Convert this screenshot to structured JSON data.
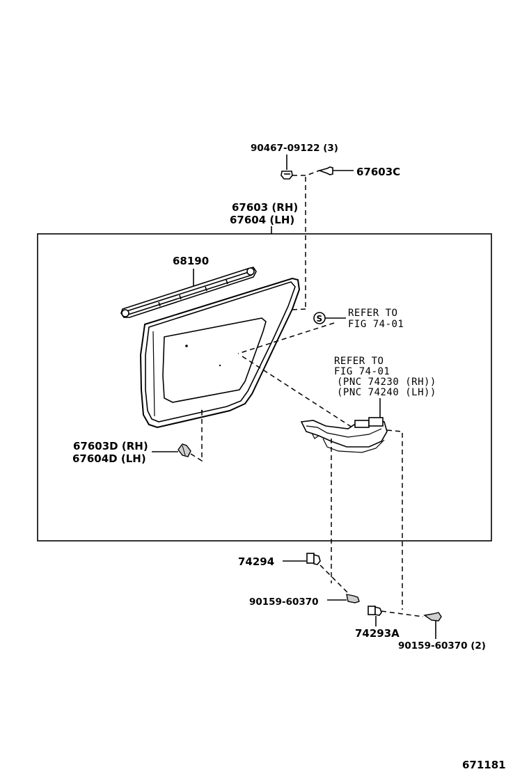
{
  "labels": {
    "screw_top": "90467-09122 (3)",
    "clip_top": "67603C",
    "panel_rh": "67603 (RH)",
    "panel_lh": "67604 (LH)",
    "weatherstrip": "68190",
    "refer1_line1": "REFER TO",
    "refer1_line2": "FIG 74-01",
    "refer2_line1": "REFER TO",
    "refer2_line2": "FIG 74-01",
    "pnc_rh": "(PNC 74230 (RH))",
    "pnc_lh": "(PNC 74240 (LH))",
    "clip_d_rh": "67603D (RH)",
    "clip_d_lh": "67604D (LH)",
    "cap_left": "74294",
    "screw_left": "90159-60370",
    "cap_right": "74293A",
    "screw_right": "90159-60370 (2)",
    "symbol_s": "S",
    "figure_number": "671181"
  }
}
